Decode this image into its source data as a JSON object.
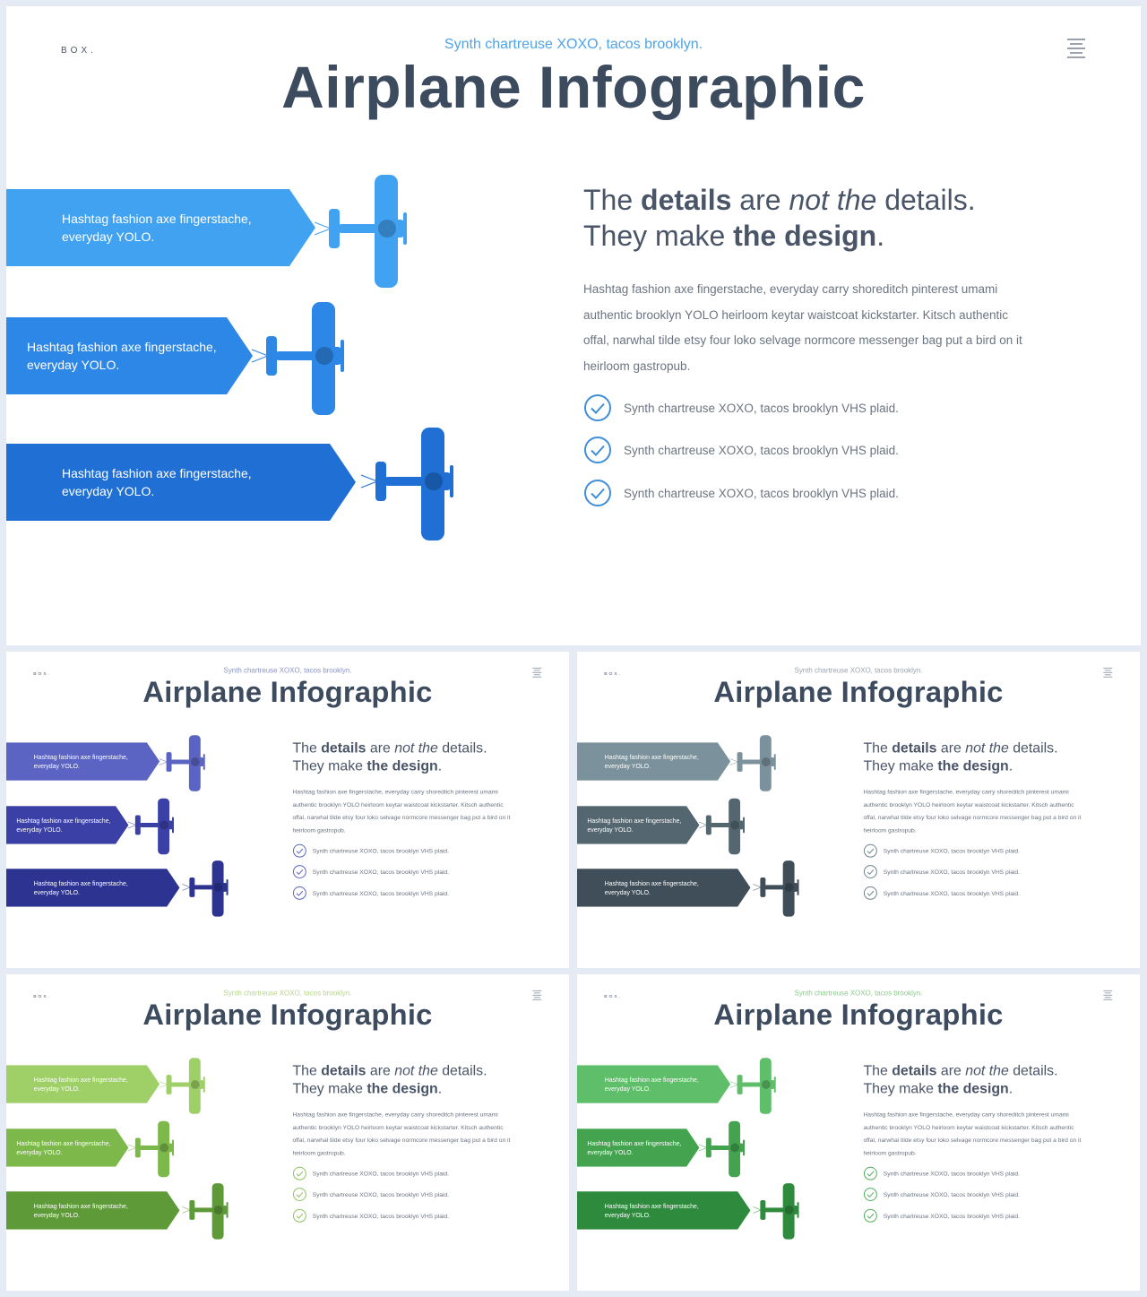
{
  "slide": {
    "logo": "BOX.",
    "subtitle": "Synth chartreuse XOXO, tacos brooklyn.",
    "title": "Airplane Infographic",
    "banner_text": "Hashtag fashion axe fingerstache, everyday YOLO.",
    "heading": {
      "p1": "The ",
      "b1": "details",
      "p2": " are ",
      "i1": "not the",
      "p3": " details.",
      "p4": "They make ",
      "b2": "the design",
      "p5": "."
    },
    "body": "Hashtag fashion axe fingerstache, everyday carry shoreditch pinterest umami authentic brooklyn YOLO heirloom keytar waistcoat kickstarter. Kitsch authentic offal, narwhal tilde etsy four loko selvage normcore messenger bag put a bird on it heirloom gastropub.",
    "checklist": [
      "Synth chartreuse XOXO, tacos brooklyn VHS plaid.",
      "Synth chartreuse XOXO, tacos brooklyn VHS plaid.",
      "Synth chartreuse XOXO, tacos brooklyn VHS plaid."
    ]
  },
  "themes": [
    {
      "name": "blue",
      "subtitle_color": "#4fa3e8",
      "colors": [
        "#42a2f2",
        "#2d87e6",
        "#1f6fd4"
      ],
      "check_color": "#3f8fd8"
    },
    {
      "name": "indigo",
      "subtitle_color": "#8a94c8",
      "colors": [
        "#5b64c2",
        "#3a40a6",
        "#2c3391"
      ],
      "check_color": "#5b64c2"
    },
    {
      "name": "slate",
      "subtitle_color": "#9aa5ae",
      "colors": [
        "#7b919b",
        "#54666f",
        "#3f4e58"
      ],
      "check_color": "#6d828c"
    },
    {
      "name": "lime",
      "subtitle_color": "#b7d68a",
      "colors": [
        "#9fd068",
        "#7cb84a",
        "#5f9a38"
      ],
      "check_color": "#8cc25a"
    },
    {
      "name": "green",
      "subtitle_color": "#8ccc8c",
      "colors": [
        "#5fbe6a",
        "#43a34f",
        "#2e8a3d"
      ],
      "check_color": "#4fae5c"
    }
  ]
}
